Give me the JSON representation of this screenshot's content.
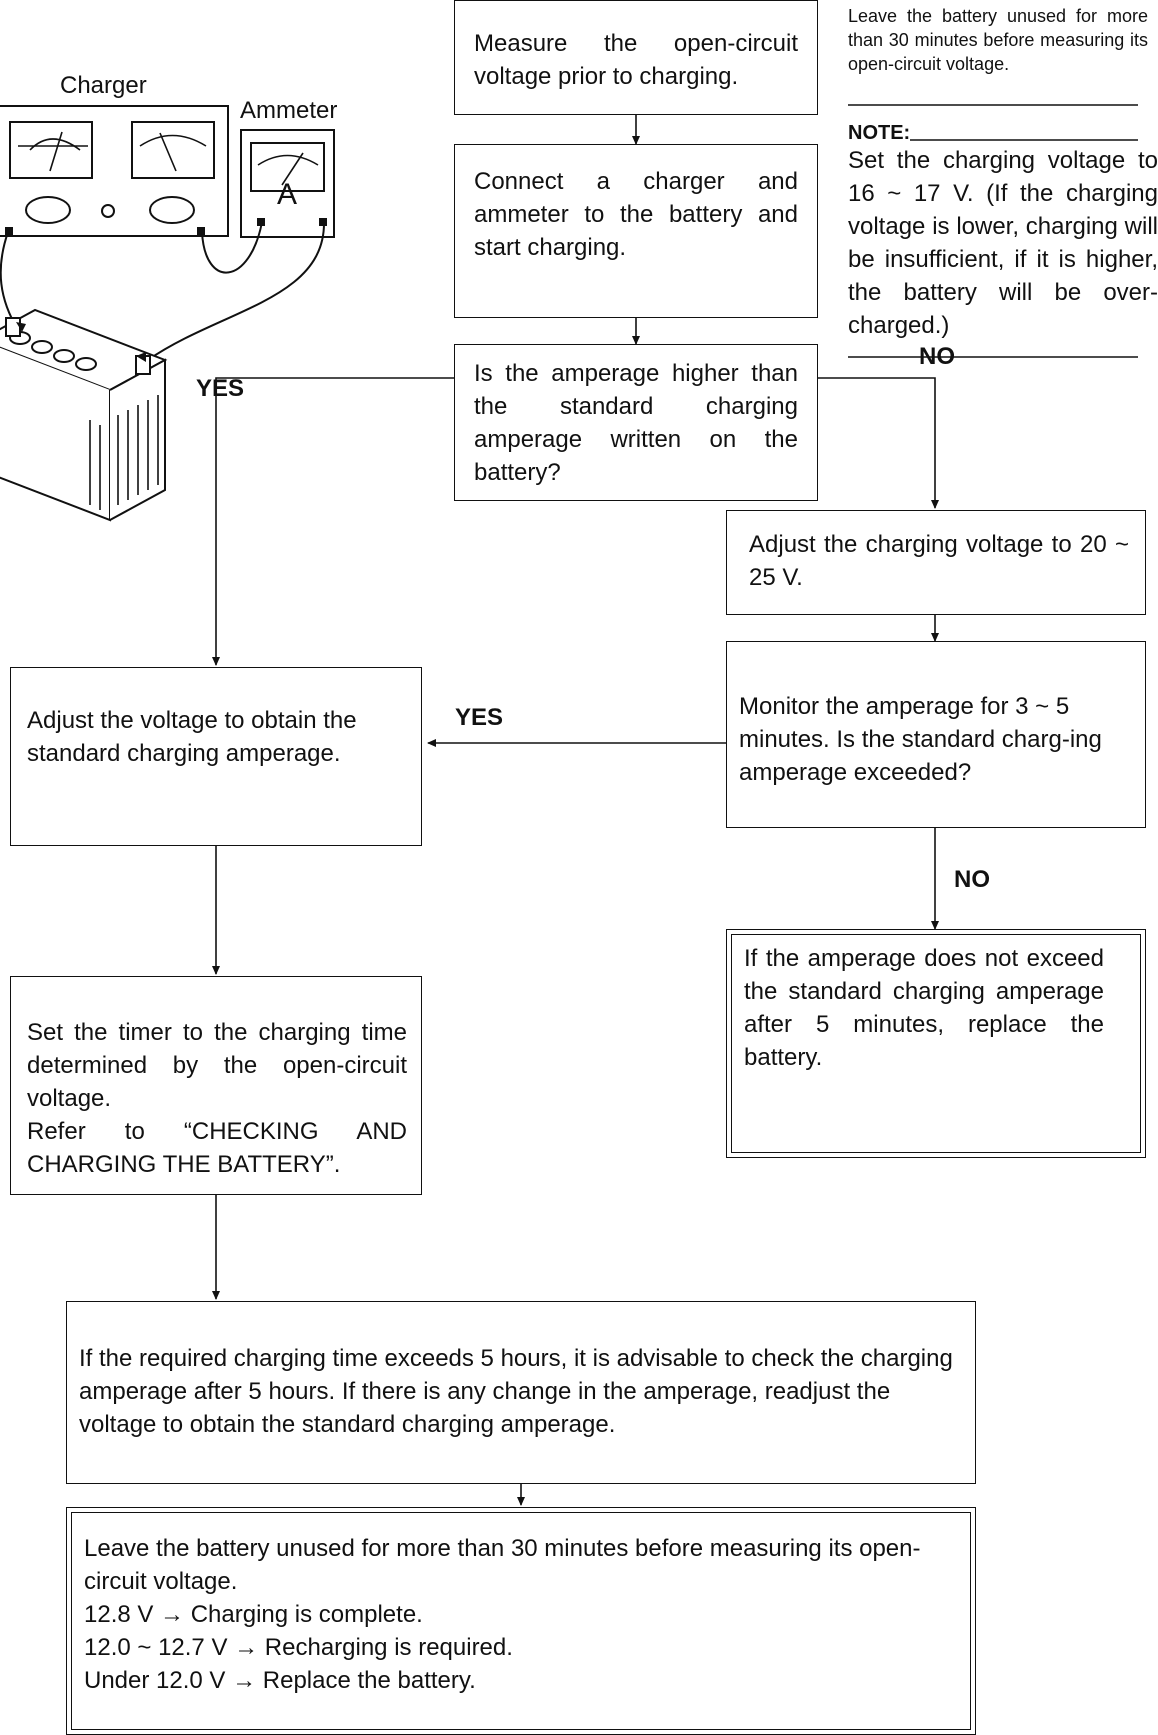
{
  "illustration": {
    "charger_label": "Charger",
    "ammeter_label": "Ammeter",
    "ammeter_symbol": "A"
  },
  "top_note": {
    "text": "Leave the battery unused for more than 30 minutes before measuring its open-circuit voltage."
  },
  "note": {
    "heading": "NOTE:",
    "text": "Set the charging voltage to 16 ~ 17 V. (If the charging voltage is lower, charging will be insufficient, if it is higher, the battery will be over-charged.)"
  },
  "steps": {
    "measure": "Measure the open-circuit voltage prior to charging.",
    "connect": "Connect a charger and ammeter to the battery and start charging.",
    "question_amperage": "Is the amperage higher than the standard charging amperage written on the battery?",
    "adjust_20_25": "Adjust the charging voltage to 20 ~ 25 V.",
    "monitor": "Monitor the amperage for 3 ~ 5 minutes. Is the standard charg-ing amperage exceeded?",
    "replace_if_not": "If the amperage does not exceed the standard charging amperage after 5 minutes, replace the battery.",
    "adjust_standard": "Adjust the voltage to obtain the standard charging amperage.",
    "set_timer": "Set the timer to the charging time determined by the open-circuit voltage.",
    "refer": "Refer to “CHECKING AND CHARGING THE BATTERY”.",
    "five_hours": "If the required charging time exceeds 5 hours, it is advisable to check the charging amperage after 5 hours. If there is any change in the amperage, readjust the voltage to obtain the standard charging amperage.",
    "final": {
      "line1": "Leave the battery unused for more than 30 minutes before measuring its open-circuit voltage.",
      "line2": "12.8 V → Charging is complete.",
      "line3": "12.0 ~ 12.7 V → Recharging is required.",
      "line4": "Under 12.0 V → Replace the battery."
    }
  },
  "branch_labels": {
    "yes1": "YES",
    "no1": "NO",
    "yes2": "YES",
    "no2": "NO"
  }
}
